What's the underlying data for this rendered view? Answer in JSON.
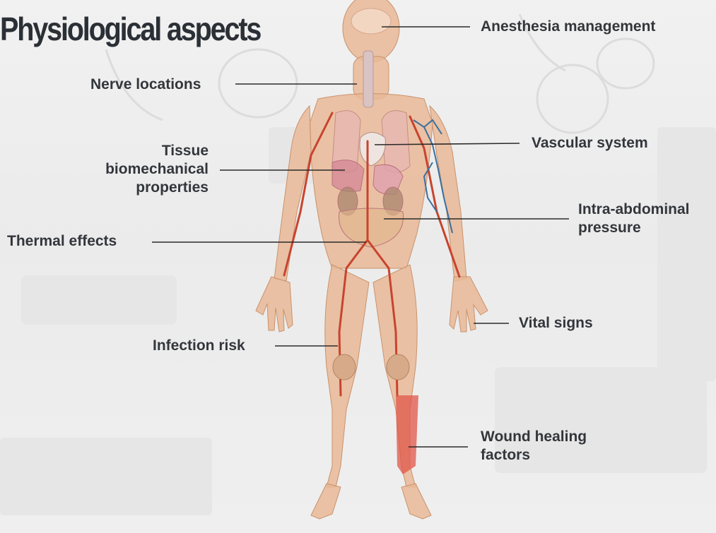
{
  "title": "Physiological aspects",
  "labels": {
    "anesthesia": "Anesthesia management",
    "nerve": "Nerve locations",
    "vascular": "Vascular system",
    "tissue": [
      "Tissue",
      "biomechanical",
      "properties"
    ],
    "intra_abdominal": [
      "Intra-abdominal",
      "pressure"
    ],
    "thermal": "Thermal effects",
    "vital": "Vital signs",
    "infection": "Infection risk",
    "wound": [
      "Wound healing",
      "factors"
    ]
  },
  "colors": {
    "skin": "#e9b896",
    "text": "#33363b",
    "leader": "#2b2b2b",
    "artery": "#c8442e",
    "vein": "#3a6fa0",
    "wound": "#e0554a"
  }
}
